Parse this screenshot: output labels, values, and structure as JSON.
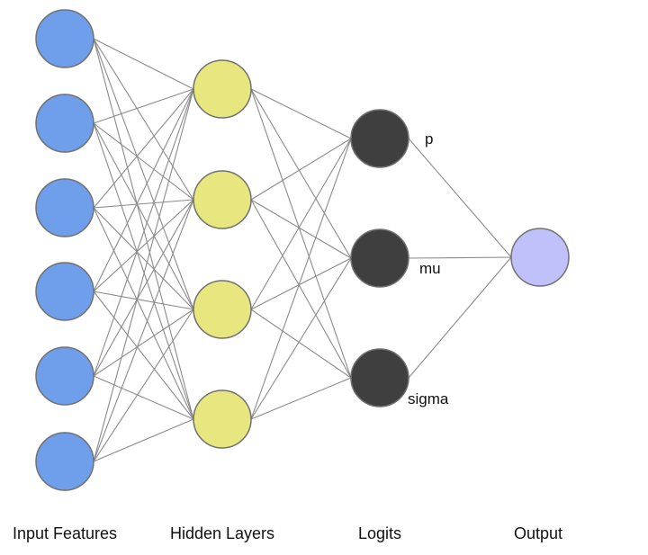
{
  "layers": [
    {
      "title": "Input Features",
      "count": 6,
      "color": "#6f9eea"
    },
    {
      "title": "Hidden Layers",
      "count": 4,
      "color": "#e8e67e"
    },
    {
      "title": "Logits",
      "count": 3,
      "color": "#3f3f3f",
      "node_labels": [
        "p",
        "mu",
        "sigma"
      ]
    },
    {
      "title": "Output",
      "count": 1,
      "color": "#c0c0fa"
    }
  ],
  "edge_color": "#8a8a8a",
  "node_border_color": "#707070"
}
